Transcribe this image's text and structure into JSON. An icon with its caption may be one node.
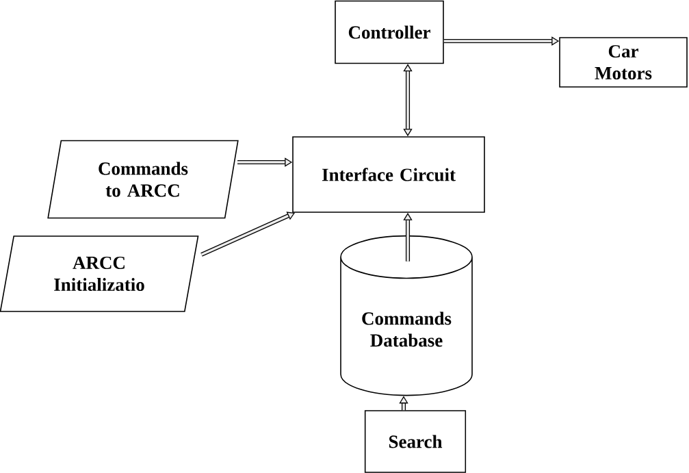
{
  "diagram": {
    "nodes": [
      {
        "text": [
          "Controller"
        ]
      },
      {
        "text": [
          "Car Motors"
        ]
      },
      {
        "text": [
          "Commands to ARCC"
        ]
      },
      {
        "text": [
          "Interface Circuit"
        ]
      },
      {
        "text": [
          "ARCC Initializatio"
        ]
      },
      {
        "text": [
          "Commands Database"
        ]
      },
      {
        "text": [
          "Search"
        ]
      }
    ],
    "edges": [
      {
        "from": 0,
        "to": 1,
        "arrow": "to"
      },
      {
        "from": 0,
        "to": 3,
        "arrow": "both"
      },
      {
        "from": 2,
        "to": 3,
        "arrow": "to"
      },
      {
        "from": 4,
        "to": 3,
        "arrow": "to"
      },
      {
        "from": 5,
        "to": 3,
        "arrow": "to"
      },
      {
        "from": 6,
        "to": 5,
        "arrow": "to"
      }
    ]
  }
}
